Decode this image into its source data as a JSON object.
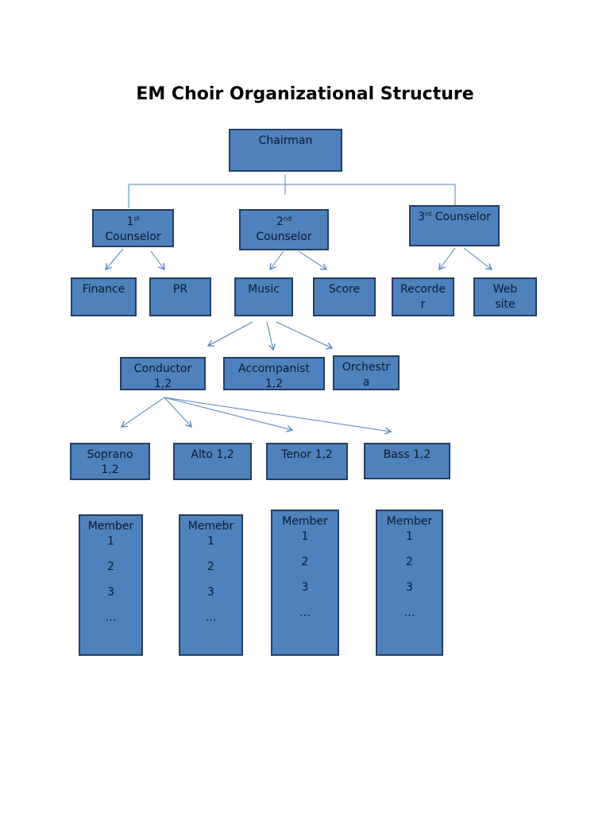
{
  "title": "EM Choir Organizational Structure",
  "chairman": "Chairman",
  "counselors": [
    {
      "ord": "1",
      "sup": "st",
      "label": "Counselor"
    },
    {
      "ord": "2",
      "sup": "nd",
      "label": "Counselor"
    },
    {
      "ord": "3",
      "sup": "rd",
      "label": "Counselor"
    }
  ],
  "departments": {
    "finance": "Finance",
    "pr": "PR",
    "music": "Music",
    "score": "Score",
    "recorder": [
      "Recorde",
      "r"
    ],
    "website": [
      "Web",
      "site"
    ]
  },
  "music_roles": {
    "conductor": [
      "Conductor",
      "1,2"
    ],
    "accompanist": [
      "Accompanist",
      "1,2"
    ],
    "orchestra": [
      "Orchestr",
      "a"
    ]
  },
  "voices": {
    "soprano": [
      "Soprano",
      "1,2"
    ],
    "alto": "Alto 1,2",
    "tenor": "Tenor 1,2",
    "bass": "Bass 1,2"
  },
  "member_boxes": [
    {
      "head": "Member",
      "items": [
        "1",
        "2",
        "3",
        "…"
      ]
    },
    {
      "head": "Memebr",
      "items": [
        "1",
        "2",
        "3",
        "…"
      ]
    },
    {
      "head": "Member",
      "items": [
        "1",
        "2",
        "3",
        "…"
      ]
    },
    {
      "head": "Member",
      "items": [
        "1",
        "2",
        "3",
        "…"
      ]
    }
  ],
  "colors": {
    "box_fill": "#4f81bd",
    "box_border": "#243f60",
    "connector": "#4f81bd"
  }
}
